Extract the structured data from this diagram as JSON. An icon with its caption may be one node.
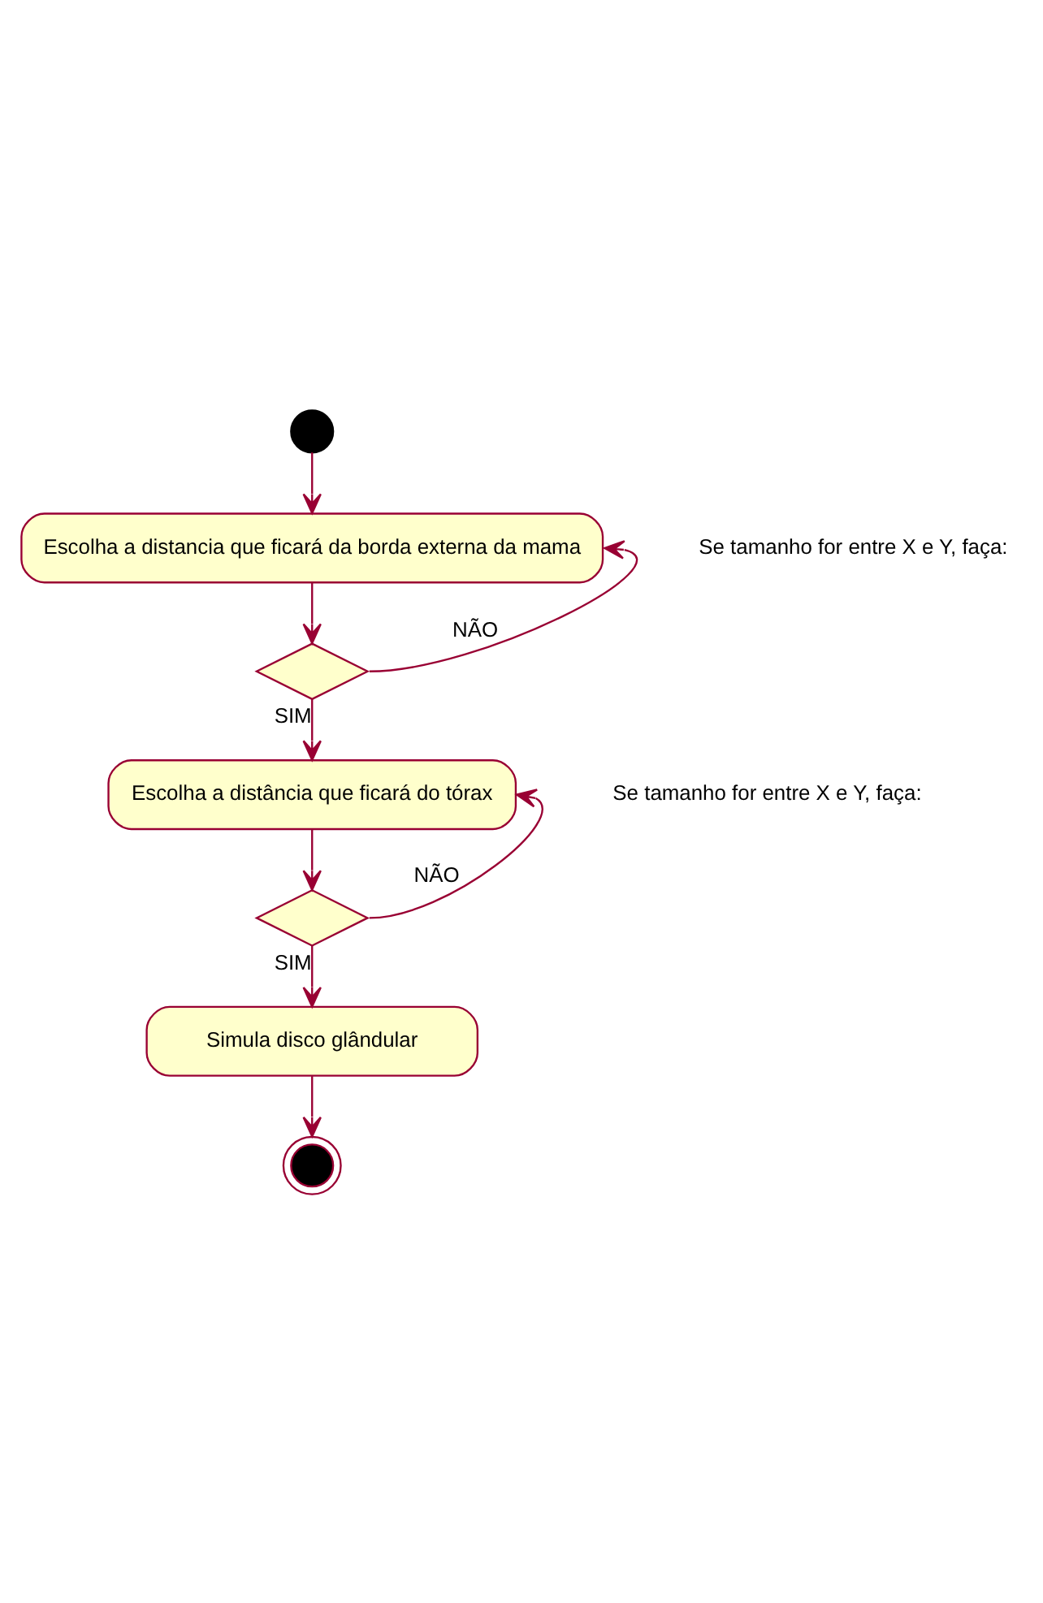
{
  "diagram": {
    "nodes": [
      {
        "text": [],
        "shape": "circle"
      },
      {
        "text": [
          "Escolha a distancia que ficará da borda externa da mama"
        ]
      },
      {
        "text": [],
        "shape": "diamond"
      },
      {
        "text": [
          "Escolha a distância que ficará do tórax"
        ]
      },
      {
        "text": [],
        "shape": "diamond"
      },
      {
        "text": [
          "Simula disco glândular"
        ]
      },
      {
        "text": [],
        "shape": "circle"
      }
    ],
    "edges": [
      {
        "from": 0,
        "to": 1,
        "arrow": "to"
      },
      {
        "from": 1,
        "to": 2,
        "arrow": "to"
      },
      {
        "from": 2,
        "to": 1,
        "arrow": "to",
        "label": "NÃO"
      },
      {
        "from": 2,
        "to": 3,
        "arrow": "to",
        "label": "SIM"
      },
      {
        "from": 3,
        "to": 4,
        "arrow": "to"
      },
      {
        "from": 4,
        "to": 3,
        "arrow": "to",
        "label": "NÃO"
      },
      {
        "from": 4,
        "to": 5,
        "arrow": "to",
        "label": "SIM"
      },
      {
        "from": 5,
        "to": 6,
        "arrow": "to"
      }
    ],
    "labels": [
      "Se tamanho for entre X e Y, faça:",
      "Se tamanho for entre X e Y, faça:"
    ]
  }
}
